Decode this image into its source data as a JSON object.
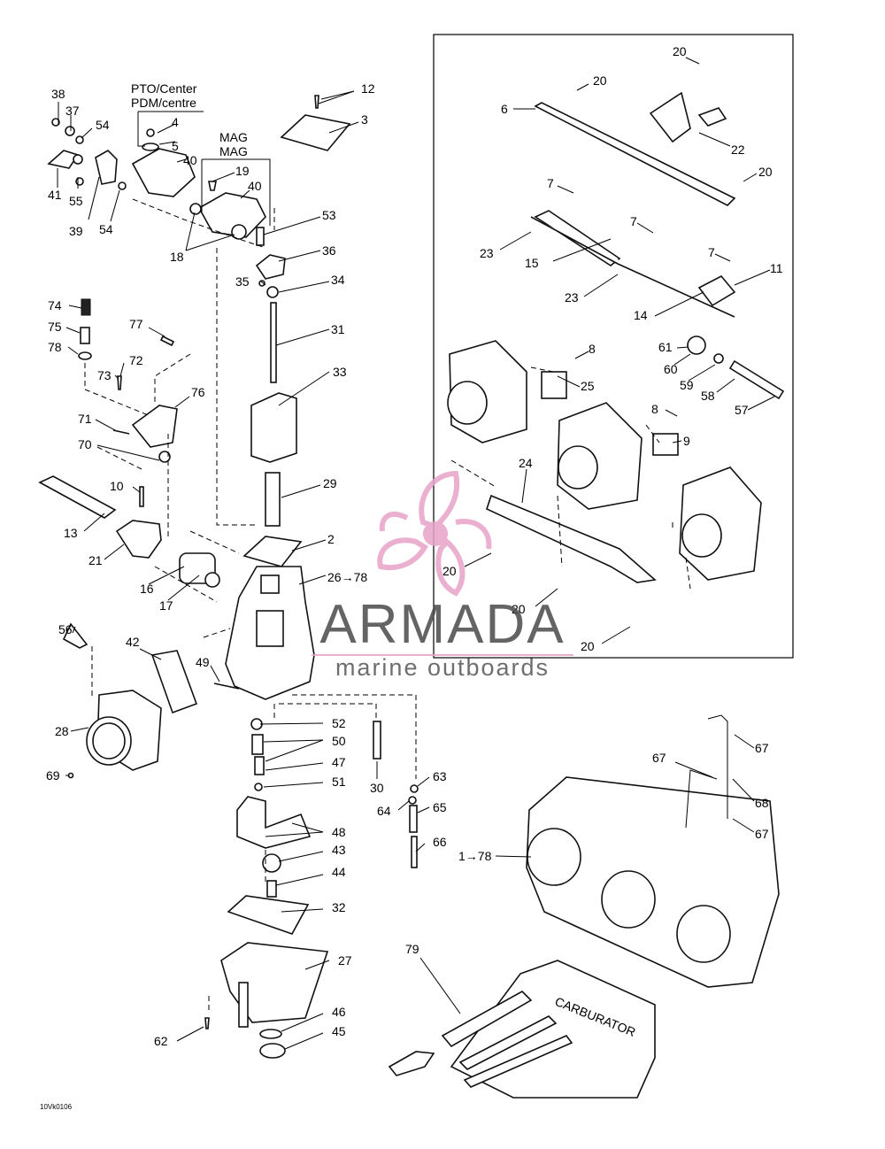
{
  "captions": {
    "pto_center": "PTO/Center",
    "pdm_centre": "PDM/centre",
    "mag_1": "MAG",
    "mag_2": "MAG"
  },
  "labels": {
    "l38": "38",
    "l37": "37",
    "l54a": "54",
    "l4": "4",
    "l5": "5",
    "l40a": "40",
    "l41": "41",
    "l55": "55",
    "l39": "39",
    "l54b": "54",
    "l19": "19",
    "l40b": "40",
    "l18": "18",
    "l12": "12",
    "l3": "3",
    "l53": "53",
    "l36": "36",
    "l35": "35",
    "l34": "34",
    "l31": "31",
    "l33": "33",
    "l29": "29",
    "l2": "2",
    "l26": "26→78",
    "l74": "74",
    "l75": "75",
    "l78": "78",
    "l77": "77",
    "l73": "73",
    "l72": "72",
    "l76": "76",
    "l71": "71",
    "l70": "70",
    "l10": "10",
    "l13": "13",
    "l21": "21",
    "l16": "16",
    "l17": "17",
    "l56": "56",
    "l42": "42",
    "l49": "49",
    "l28": "28",
    "l69": "69",
    "l52": "52",
    "l50": "50",
    "l47": "47",
    "l51": "51",
    "l30": "30",
    "l48": "48",
    "l43": "43",
    "l44": "44",
    "l32": "32",
    "l27": "27",
    "l46": "46",
    "l45": "45",
    "l62": "62",
    "l63": "63",
    "l64": "64",
    "l65": "65",
    "l66": "66",
    "l20a": "20",
    "l20b": "20",
    "l6": "6",
    "l22": "22",
    "l20c": "20",
    "l7a": "7",
    "l7b": "7",
    "l7c": "7",
    "l23a": "23",
    "l15": "15",
    "l11": "11",
    "l23b": "23",
    "l14": "14",
    "l61": "61",
    "l60": "60",
    "l59": "59",
    "l58": "58",
    "l57": "57",
    "l8a": "8",
    "l25": "25",
    "l8b": "8",
    "l9": "9",
    "l24": "24",
    "l20d": "20",
    "l20e": "20",
    "l20f": "20",
    "l67a": "67",
    "l67b": "67",
    "l68": "68",
    "l67c": "67",
    "l1": "1→78",
    "l79": "79"
  },
  "tool_text": {
    "line1": "CARBURATOR"
  },
  "watermark": {
    "brand": "ARMADA",
    "tagline": "marine outboards",
    "color": "#e8a3c8",
    "text_color": "#4a4a4a"
  },
  "figure_ref": "10Vk0106"
}
